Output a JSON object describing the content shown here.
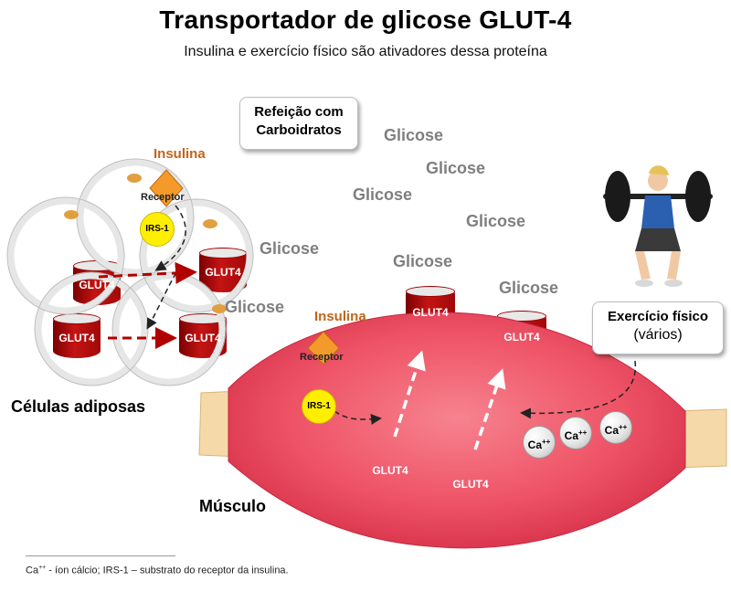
{
  "title": "Transportador de glicose GLUT-4",
  "subtitle": "Insulina e exercício físico são ativadores dessa proteína",
  "meal_box": {
    "line1": "Refeição com",
    "line2": "Carboidratos"
  },
  "glicose_label": "Glicose",
  "adipose": {
    "insulina": "Insulina",
    "receptor": "Receptor",
    "irs": "IRS-1",
    "glut_label": "GLUT4",
    "caption": "Células adiposas"
  },
  "muscle": {
    "insulina": "Insulina",
    "receptor": "Receptor",
    "irs": "IRS-1",
    "glut_label": "GLUT4",
    "caption": "Músculo"
  },
  "exercise_box": {
    "line1": "Exercício físico",
    "line2": "(vários)"
  },
  "calcium": {
    "symbol": "Ca",
    "charge": "++"
  },
  "footnote": {
    "ca_symbol": "Ca",
    "ca_charge": "++",
    "text": " - íon cálcio; IRS-1 – substrato do receptor da insulina."
  },
  "colors": {
    "glut": "#b30f0f",
    "muscle": "#ef5a6b",
    "tendon": "#f6d9a8",
    "insulina": "#c0651a",
    "irs": "#ffee00",
    "glicose": "#7f7f7f",
    "arrow_red": "#b00000"
  },
  "icons": [
    "barbell-squat-athlete-icon"
  ]
}
